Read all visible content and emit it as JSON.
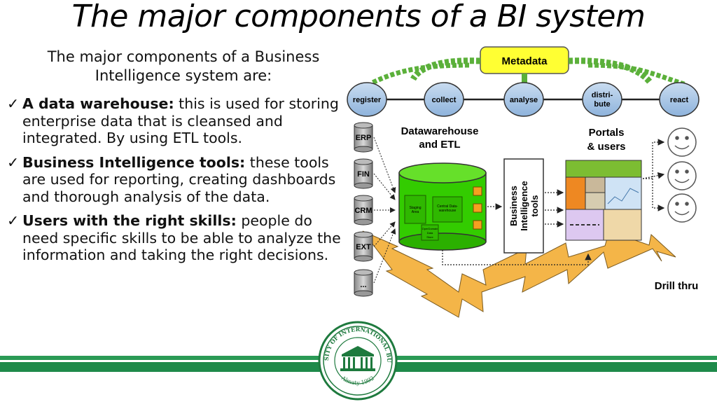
{
  "title": "The major components of a BI system",
  "intro": "The major components of a Business Intelligence system are:",
  "bullets": [
    {
      "check": "✓",
      "bold": "A data warehouse:",
      "text": " this is used for storing enterprise data that is cleansed and integrated. By using ETL tools."
    },
    {
      "check": "✓",
      "bold": "Business Intelligence tools:",
      "text": " these tools are used for reporting, creating dashboards and thorough analysis of the data."
    },
    {
      "check": "✓",
      "bold": "Users with the right skills:",
      "text": " people do need specific skills to be able to analyze the information and taking the right decisions."
    }
  ],
  "diagram": {
    "metadata": "Metadata",
    "process": [
      "register",
      "collect",
      "analyse",
      "distri-",
      "bute",
      "react"
    ],
    "dw_title_1": "Datawarehouse",
    "dw_title_2": "and ETL",
    "portals_1": "Portals",
    "portals_2": "& users",
    "sources": [
      "ERP",
      "FIN",
      "CRM",
      "EXT",
      "..."
    ],
    "bi_tools_1": "Business",
    "bi_tools_2": "Intelligence",
    "bi_tools_3": "tools",
    "drill": "Drill thru",
    "inner": [
      "Staging",
      "Area",
      "Central Data-",
      "warehouse",
      "OperDomain",
      "Data",
      "Store"
    ]
  },
  "seal": {
    "ring_text": "UNIVERSITY OF INTERNATIONAL BUSINESS",
    "bottom_text": "Almaty 1992"
  },
  "colors": {
    "green_band": "#1e8a4a",
    "metadata_yellow": "#ffff33",
    "dw_green": "#33cc00",
    "zigzag": "#f0b040"
  }
}
